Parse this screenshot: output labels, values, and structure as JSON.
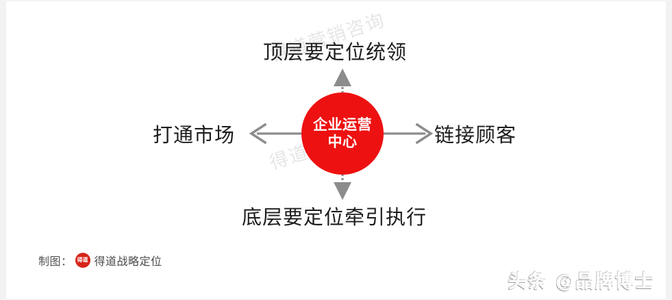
{
  "diagram": {
    "type": "radial-four-direction",
    "center": {
      "line1": "企业运营",
      "line2": "中心",
      "color": "#ee1111",
      "text_color": "#ffffff"
    },
    "arrows": {
      "up": {
        "style": "dashed-stem-solid-head",
        "color": "#8c8c8c",
        "direction": "up"
      },
      "down": {
        "style": "dashed-stem-solid-head",
        "color": "#8c8c8c",
        "direction": "down"
      },
      "left": {
        "style": "solid-line-chevron-head",
        "color": "#8c8c8c",
        "direction": "left"
      },
      "right": {
        "style": "solid-line-chevron-head",
        "color": "#8c8c8c",
        "direction": "right"
      }
    },
    "labels": {
      "top": "顶层要定位统领",
      "left": "打通市场",
      "right": "链接顾客",
      "bottom": "底层要定位牵引执行"
    }
  },
  "watermarks": {
    "diagonal_1": "得道营销咨询",
    "diagonal_2": "得道营销咨询",
    "brand": "头条 @品牌博士"
  },
  "credit": {
    "prefix": "制图：",
    "logo_text": "得道",
    "name": "得道战略定位",
    "logo_color": "#d7241b"
  }
}
